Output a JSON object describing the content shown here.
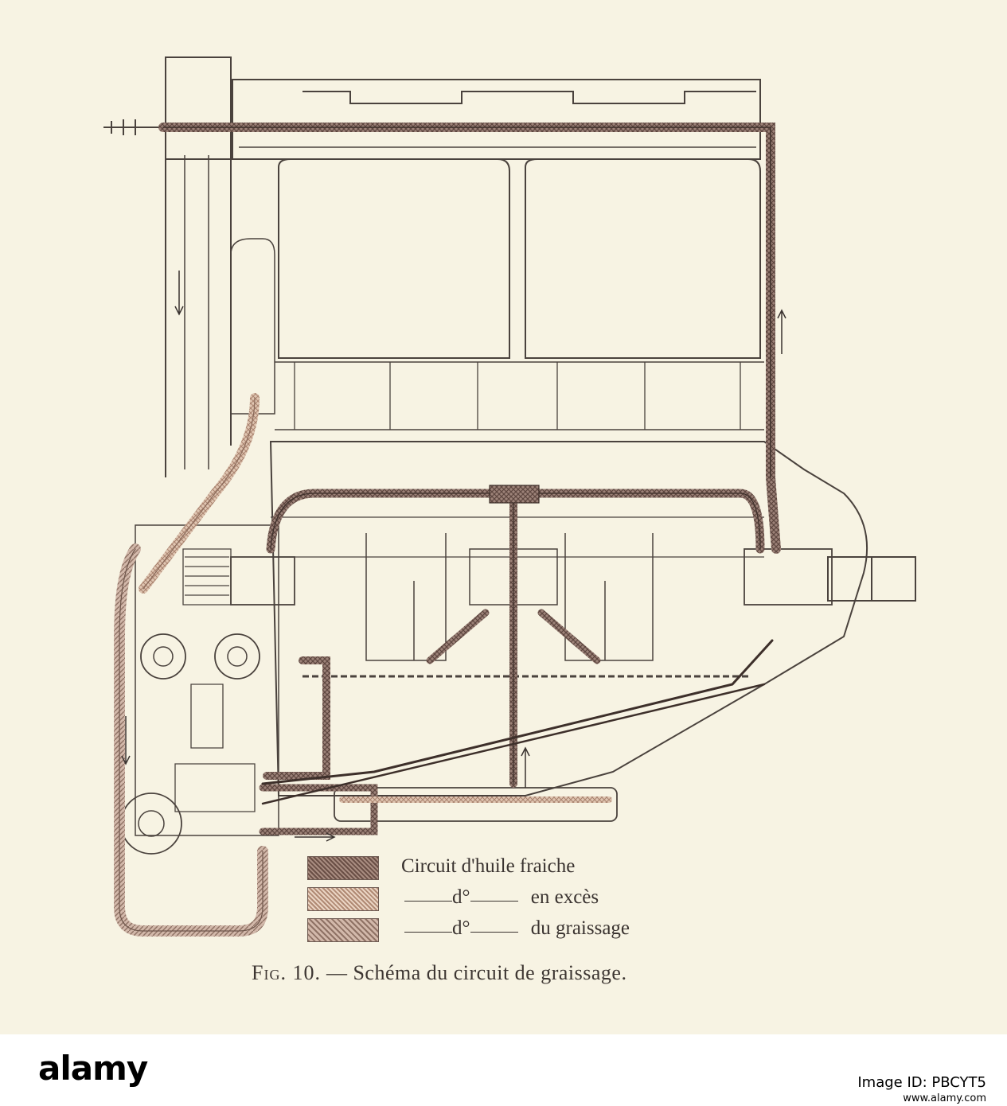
{
  "figure": {
    "caption_fig": "Fig. 10.",
    "caption_dash": "—",
    "caption_title": "Schéma du circuit de graissage."
  },
  "legend": {
    "items": [
      {
        "label": "Circuit d'huile fraiche",
        "prefix": "",
        "ditto": "",
        "color": "#8a6d62",
        "pattern": "crosshatch-dark"
      },
      {
        "label": "en excès",
        "prefix": "",
        "ditto": "d°",
        "color": "#c9a58f",
        "pattern": "crosshatch-light"
      },
      {
        "label": "du graissage",
        "prefix": "",
        "ditto": "d°",
        "color": "#b3978a",
        "pattern": "diagonal"
      }
    ]
  },
  "colors": {
    "paper": "#f7f3e3",
    "ink": "#3a3330",
    "fresh_oil": "#7a5e54",
    "excess_oil": "#c9a58f",
    "lubrication_oil": "#b3978a"
  },
  "footer": {
    "brand": "alamy",
    "image_id": "Image ID: PBCYT5",
    "url": "www.alamy.com"
  }
}
